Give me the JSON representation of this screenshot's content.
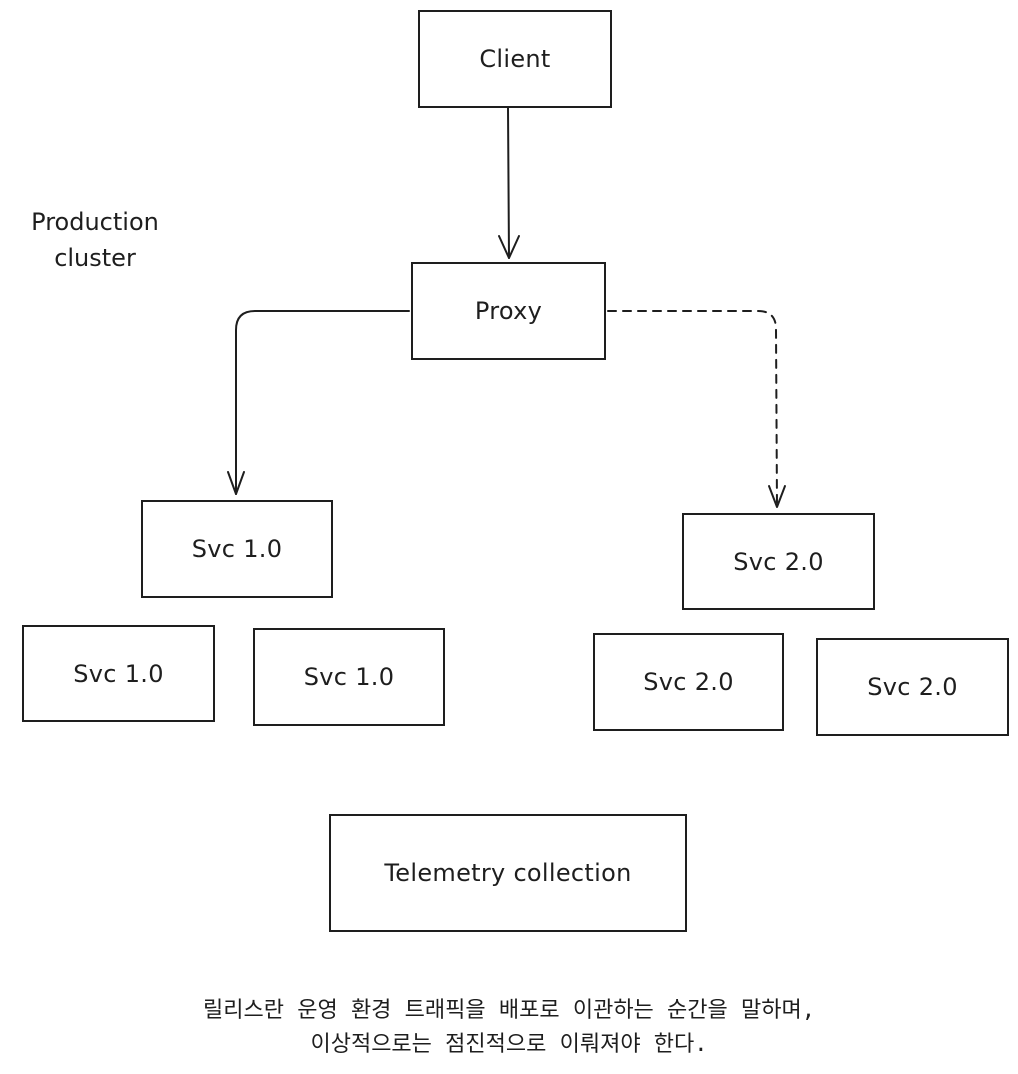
{
  "diagram": {
    "nodes": {
      "client": "Client",
      "proxy": "Proxy",
      "svc_v1_main": "Svc 1.0",
      "svc_v1_a": "Svc 1.0",
      "svc_v1_b": "Svc 1.0",
      "svc_v2_main": "Svc 2.0",
      "svc_v2_a": "Svc 2.0",
      "svc_v2_b": "Svc 2.0",
      "telemetry": "Telemetry collection"
    },
    "cluster_label": {
      "line1": "Production",
      "line2": "cluster"
    },
    "edges": [
      {
        "from": "client",
        "to": "proxy",
        "style": "solid"
      },
      {
        "from": "proxy",
        "to": "svc_v1_main",
        "style": "solid"
      },
      {
        "from": "proxy",
        "to": "svc_v2_main",
        "style": "dashed"
      }
    ]
  },
  "caption": {
    "line1": "릴리스란 운영 환경 트래픽을 배포로 이관하는 순간을 말하며,",
    "line2": "이상적으로는 점진적으로 이뤄져야 한다."
  },
  "colors": {
    "stroke": "#1e1e1e",
    "background": "#ffffff"
  }
}
